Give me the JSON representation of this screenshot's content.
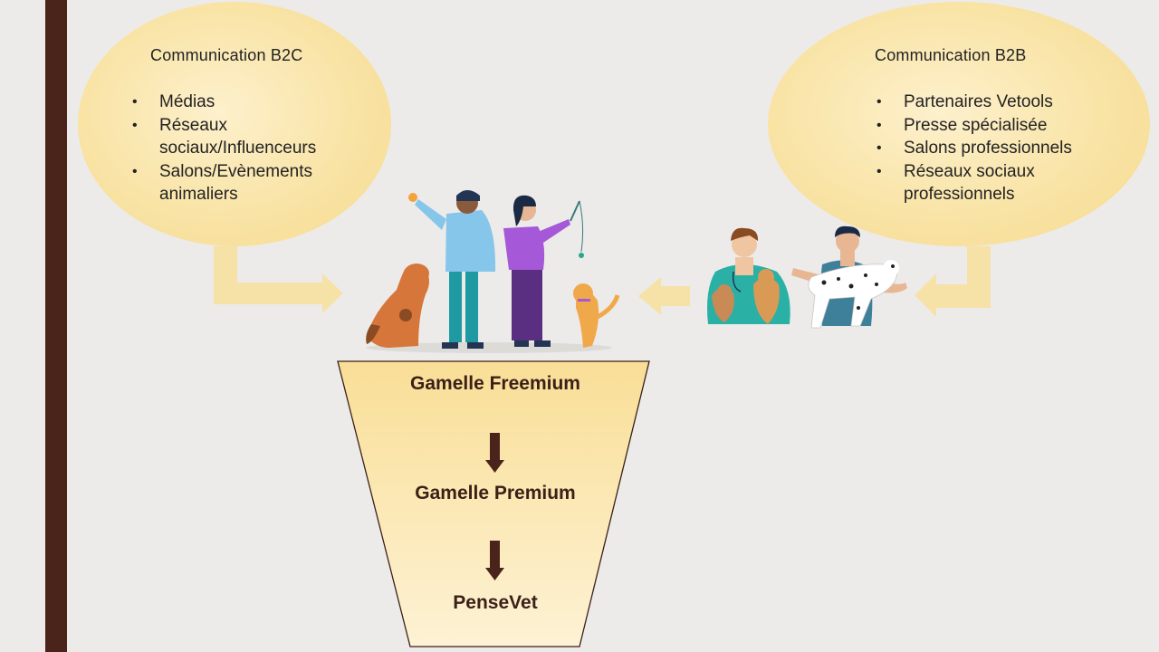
{
  "b2c": {
    "title": "Communication  B2C",
    "items": [
      "Médias",
      "Réseaux sociaux/Influenceurs",
      "Salons/Evènements animaliers"
    ]
  },
  "b2b": {
    "title": "Communication  B2B",
    "items": [
      "Partenaires Vetools",
      "Presse spécialisée",
      "Salons professionnels",
      "Réseaux sociaux professionnels"
    ]
  },
  "funnel": {
    "stage_1": "Gamelle Freemium",
    "stage_2": "Gamelle Premium",
    "stage_3": "PenseVet"
  },
  "colors": {
    "sidebar": "#4a241b",
    "bubble": "#f9e4a6",
    "arrow": "#f7e0a0",
    "funnel_text": "#3b2018",
    "funnel_arrow": "#4a241b"
  },
  "illustrations": {
    "consumers": "people-with-pets-icon",
    "professionals": "veterinarians-with-dogs-icon"
  }
}
